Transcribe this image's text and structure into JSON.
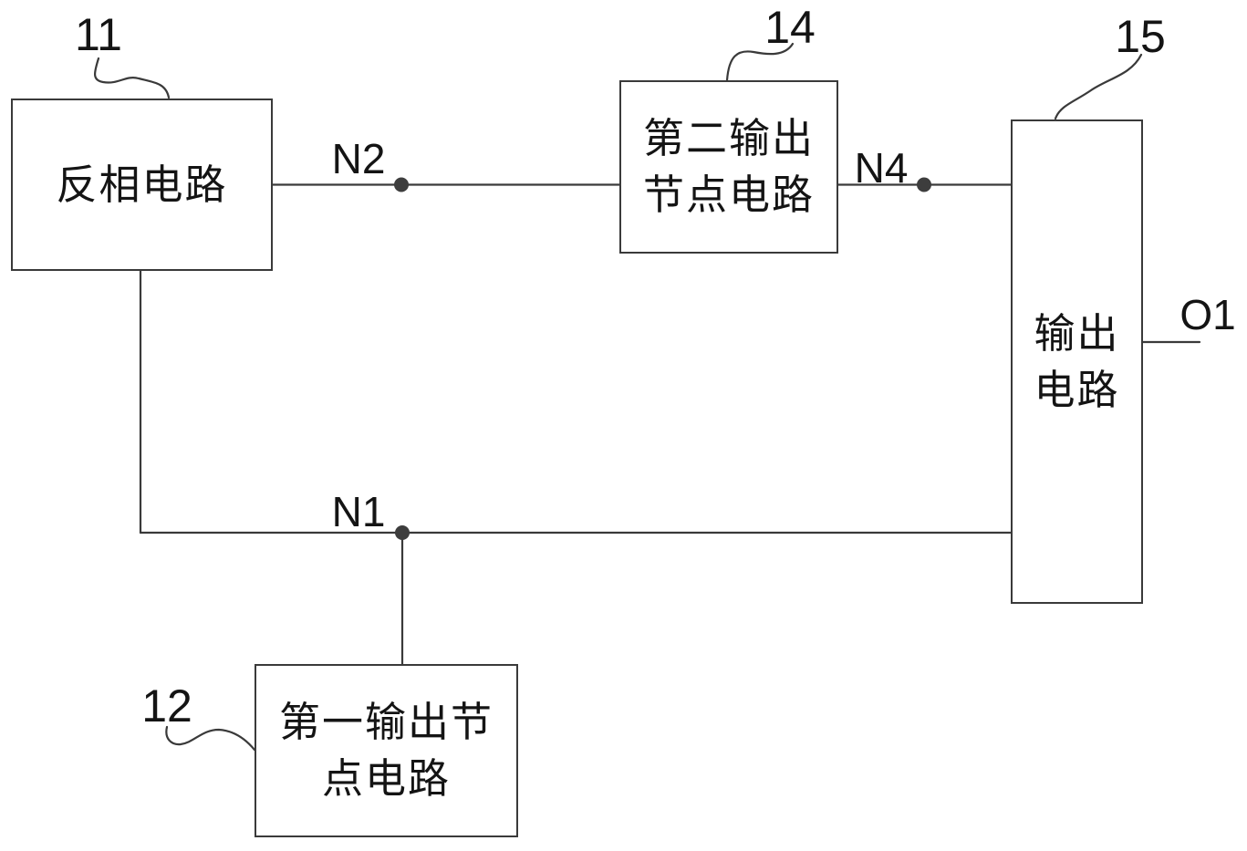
{
  "figure": {
    "colors": {
      "background": "#ffffff",
      "line": "#3a3a3a",
      "dot": "#3d3d3d",
      "text": "#141414"
    },
    "blocks": [
      {
        "ref": "11",
        "lines": [
          "反相电路"
        ]
      },
      {
        "ref": "14",
        "lines": [
          "第二输出",
          "节点电路"
        ]
      },
      {
        "ref": "15",
        "lines": [
          "输出",
          "电路"
        ]
      },
      {
        "ref": "12",
        "lines": [
          "第一输出节",
          "点电路"
        ]
      }
    ],
    "nodes": [
      {
        "label": "N2"
      },
      {
        "label": "N4"
      },
      {
        "label": "N1"
      },
      {
        "label": "O1"
      }
    ]
  }
}
